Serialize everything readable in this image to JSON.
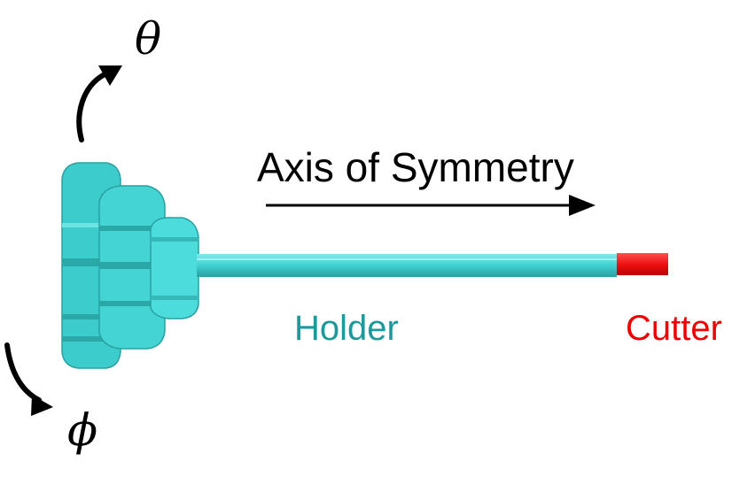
{
  "labels": {
    "theta": "θ",
    "phi": "ϕ",
    "axis": "Axis of Symmetry",
    "holder": "Holder",
    "cutter": "Cutter"
  },
  "colors": {
    "holder_label": "#1a9a9a",
    "cutter_label": "#ee0000",
    "holder_body": "#40d8d8",
    "holder_shade": "#2aa8a8",
    "holder_dark": "#1e8e8e",
    "cutter_body": "#ee1111",
    "arrow": "#000000"
  }
}
